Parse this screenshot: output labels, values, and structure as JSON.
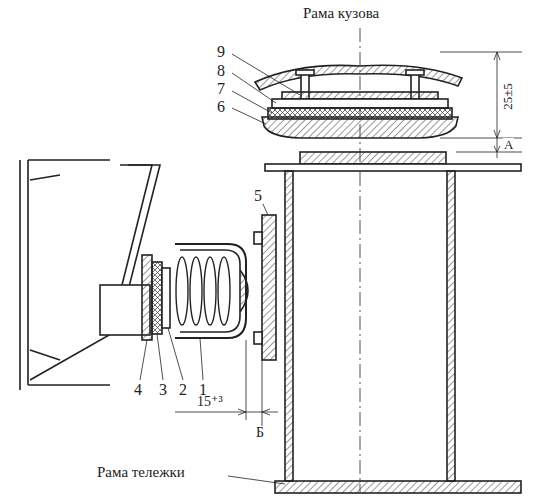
{
  "diagram": {
    "labels": [
      "Рама кузова",
      "9",
      "8",
      "7",
      "6",
      "25±5",
      "А",
      "5",
      "4",
      "3",
      "2",
      "1",
      "15⁺³",
      "Б",
      "Рама тележки"
    ]
  }
}
